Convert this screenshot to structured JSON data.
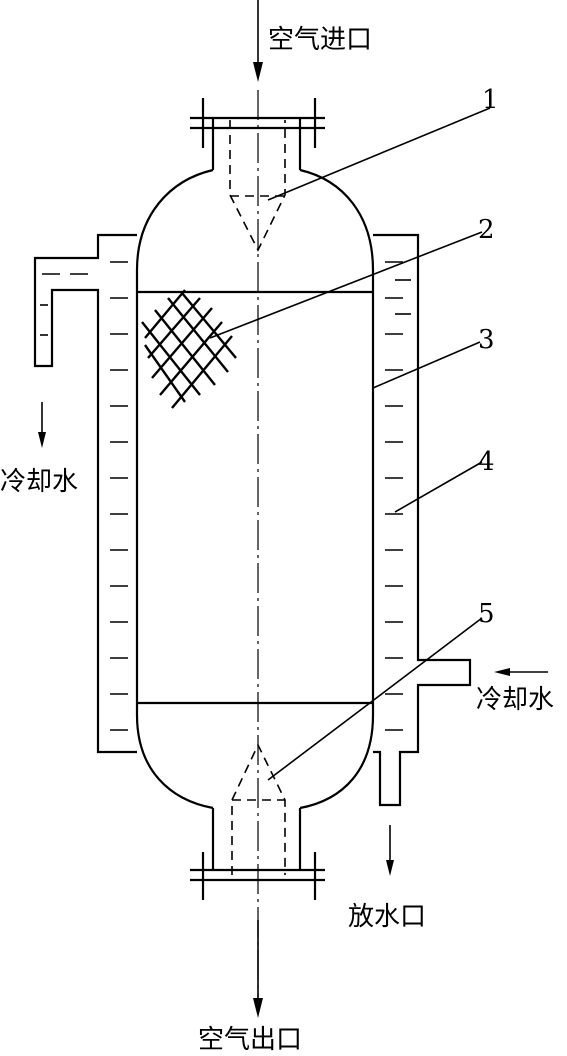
{
  "labels": {
    "air_inlet": "空气进口",
    "air_outlet": "空气出口",
    "cooling_water_out": "冷却水",
    "cooling_water_in": "冷却水",
    "drain": "放水口"
  },
  "callouts": [
    "1",
    "2",
    "3",
    "4",
    "5"
  ]
}
